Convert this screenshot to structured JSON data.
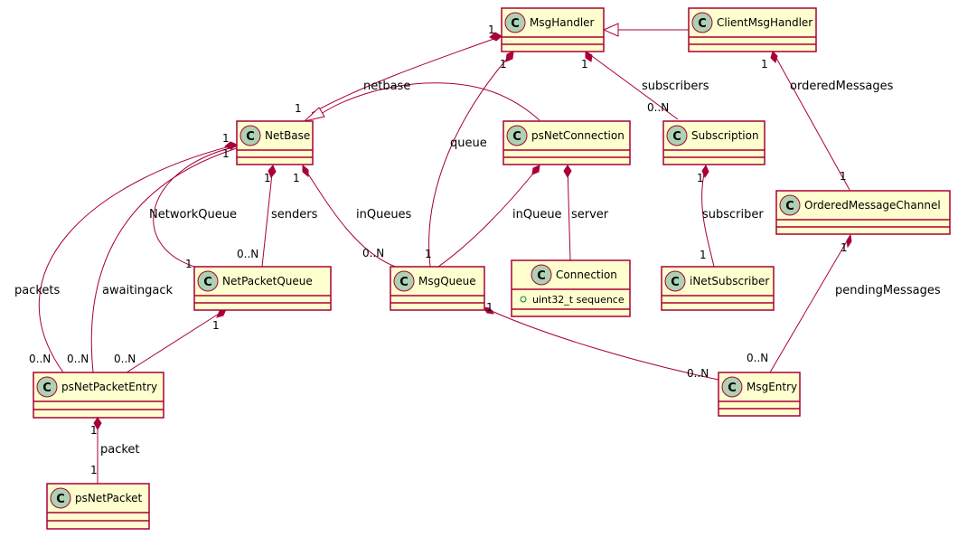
{
  "colors": {
    "class_fill": "#FEFECE",
    "class_border": "#A80036",
    "icon_fill": "#ADD1B2",
    "edge": "#A80036",
    "visibility_public": "#038048"
  },
  "icons": {
    "class_icon": "class-c-icon",
    "visibility_icon": "public-circle-icon"
  },
  "classes": {
    "MsgHandler": {
      "name": "MsgHandler",
      "icon_letter": "C"
    },
    "ClientMsgHandler": {
      "name": "ClientMsgHandler",
      "icon_letter": "C"
    },
    "NetBase": {
      "name": "NetBase",
      "icon_letter": "C"
    },
    "psNetConnection": {
      "name": "psNetConnection",
      "icon_letter": "C"
    },
    "Subscription": {
      "name": "Subscription",
      "icon_letter": "C"
    },
    "OrderedMessageChannel": {
      "name": "OrderedMessageChannel",
      "icon_letter": "C"
    },
    "NetPacketQueue": {
      "name": "NetPacketQueue",
      "icon_letter": "C"
    },
    "MsgQueue": {
      "name": "MsgQueue",
      "icon_letter": "C"
    },
    "Connection": {
      "name": "Connection",
      "icon_letter": "C",
      "members": [
        "uint32_t sequence"
      ]
    },
    "iNetSubscriber": {
      "name": "iNetSubscriber",
      "icon_letter": "C"
    },
    "psNetPacketEntry": {
      "name": "psNetPacketEntry",
      "icon_letter": "C"
    },
    "MsgEntry": {
      "name": "MsgEntry",
      "icon_letter": "C"
    },
    "psNetPacket": {
      "name": "psNetPacket",
      "icon_letter": "C"
    }
  },
  "relations": {
    "client_extends_handler": {
      "from": "ClientMsgHandler",
      "to": "MsgHandler",
      "kind": "generalization"
    },
    "netbase_extends_handler": {
      "from": "NetBase",
      "to": "MsgHandler",
      "kind": "composition",
      "mult_from": "1",
      "mult_to": "1"
    },
    "netbase": {
      "label": "netbase",
      "from": "psNetConnection",
      "to": "NetBase",
      "kind": "generalization"
    },
    "queue": {
      "label": "queue",
      "from": "MsgHandler",
      "to": "MsgQueue",
      "kind": "composition",
      "mult_from": "1",
      "mult_to": "1"
    },
    "subscribers": {
      "label": "subscribers",
      "from": "MsgHandler",
      "to": "Subscription",
      "kind": "composition",
      "mult_from": "1",
      "mult_to": "0..N"
    },
    "orderedMessages": {
      "label": "orderedMessages",
      "from": "ClientMsgHandler",
      "to": "OrderedMessageChannel",
      "kind": "composition",
      "mult_from": "1",
      "mult_to": "1"
    },
    "networkqueue": {
      "label": "NetworkQueue",
      "from": "NetBase",
      "to": "NetPacketQueue",
      "kind": "composition",
      "mult_from": "1",
      "mult_to": "1"
    },
    "senders": {
      "label": "senders",
      "from": "NetBase",
      "to": "NetPacketQueue",
      "kind": "composition",
      "mult_from": "1",
      "mult_to": "0..N"
    },
    "inQueues": {
      "label": "inQueues",
      "from": "NetBase",
      "to": "MsgQueue",
      "kind": "composition",
      "mult_from": "1",
      "mult_to": "0..N"
    },
    "inQueue": {
      "label": "inQueue",
      "from": "psNetConnection",
      "to": "MsgQueue",
      "kind": "composition",
      "mult_to": "1"
    },
    "server": {
      "label": "server",
      "from": "psNetConnection",
      "to": "Connection",
      "kind": "composition"
    },
    "subscriber": {
      "label": "subscriber",
      "from": "Subscription",
      "to": "iNetSubscriber",
      "kind": "composition",
      "mult_from": "1",
      "mult_to": "1"
    },
    "pendingMessages": {
      "label": "pendingMessages",
      "from": "OrderedMessageChannel",
      "to": "MsgEntry",
      "kind": "composition",
      "mult_from": "1",
      "mult_to": "0..N"
    },
    "packets": {
      "label": "packets",
      "from": "NetBase",
      "to": "psNetPacketEntry",
      "kind": "composition",
      "mult_from": "1",
      "mult_to": "0..N"
    },
    "awaitingack": {
      "label": "awaitingack",
      "from": "NetBase",
      "to": "psNetPacketEntry",
      "kind": "composition",
      "mult_from": "1",
      "mult_to": "0..N"
    },
    "npq_entry": {
      "from": "NetPacketQueue",
      "to": "psNetPacketEntry",
      "kind": "composition",
      "mult_from": "1",
      "mult_to": "0..N"
    },
    "msgqueue_entry": {
      "from": "MsgQueue",
      "to": "MsgEntry",
      "kind": "composition",
      "mult_from": "1",
      "mult_to": "0..N"
    },
    "packet": {
      "label": "packet",
      "from": "psNetPacketEntry",
      "to": "psNetPacket",
      "kind": "composition",
      "mult_from": "1",
      "mult_to": "1"
    }
  }
}
